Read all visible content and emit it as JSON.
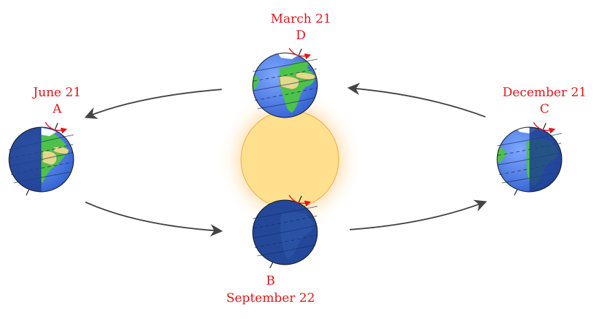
{
  "labels": {
    "june_date": "June 21",
    "june_letter": "A",
    "march_date": "March 21",
    "march_letter": "D",
    "december_date": "December 21",
    "december_letter": "C",
    "september_letter": "B",
    "september_date": "September 22"
  },
  "colors": {
    "label": "#e0161b",
    "ocean": "#3f73e0",
    "land": "#4cc24a",
    "desert": "#e3d98a",
    "night": "#23489a",
    "sun": "#ffe08f",
    "arrow": "#444444"
  }
}
